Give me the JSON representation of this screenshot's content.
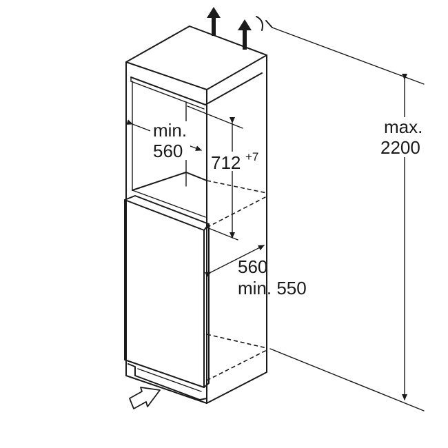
{
  "labels": {
    "depth_min_word": "min.",
    "depth_min_value": "560",
    "niche_height_value": "712",
    "niche_height_tolerance": "+7",
    "width_value": "560",
    "width_min": "min. 550",
    "height_max_word": "max.",
    "height_max_value": "2200"
  }
}
